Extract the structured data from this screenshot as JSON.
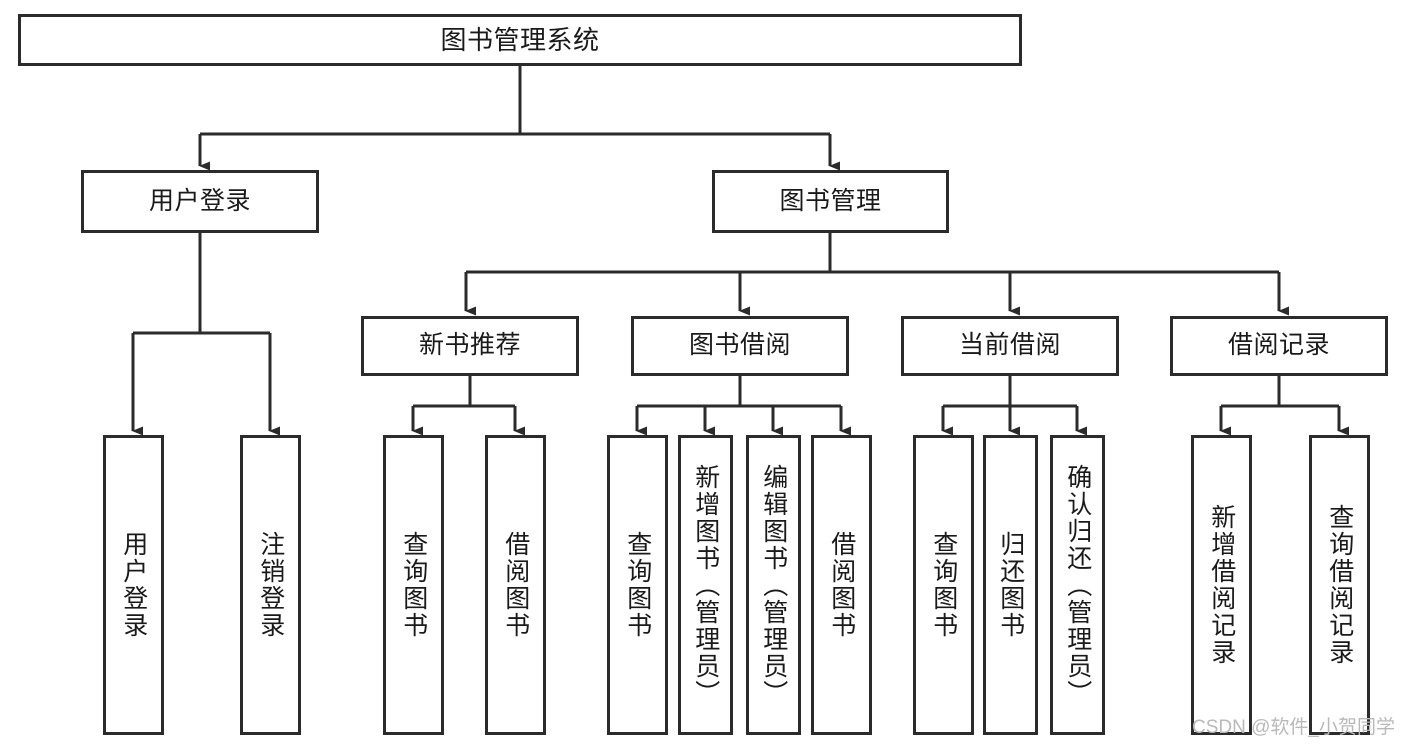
{
  "diagram": {
    "type": "tree-flowchart",
    "title": "图书管理系统",
    "background_color": "#ffffff",
    "node_border_color": "#2b2b2b",
    "edge_color": "#2b2b2b",
    "levels": 4
  },
  "nodes": {
    "root": {
      "label": "图书管理系统"
    },
    "level2": [
      {
        "label": "用户登录"
      },
      {
        "label": "图书管理"
      }
    ],
    "level3": [
      {
        "label": "新书推荐"
      },
      {
        "label": "图书借阅"
      },
      {
        "label": "当前借阅"
      },
      {
        "label": "借阅记录"
      }
    ],
    "leaves_user_login": [
      {
        "label": "用户登录"
      },
      {
        "label": "注销登录"
      }
    ],
    "leaves_new_book": [
      {
        "label": "查询图书"
      },
      {
        "label": "借阅图书"
      }
    ],
    "leaves_borrow": [
      {
        "label": "查询图书"
      },
      {
        "label": "新增图书（管理员）"
      },
      {
        "label": "编辑图书（管理员）"
      },
      {
        "label": "借阅图书"
      }
    ],
    "leaves_current": [
      {
        "label": "查询图书"
      },
      {
        "label": "归还图书"
      },
      {
        "label": "确认归还（管理员）"
      }
    ],
    "leaves_records": [
      {
        "label": "新增借阅记录"
      },
      {
        "label": "查询借阅记录"
      }
    ]
  },
  "watermark": {
    "text": "CSDN @软件_小贺同学"
  }
}
